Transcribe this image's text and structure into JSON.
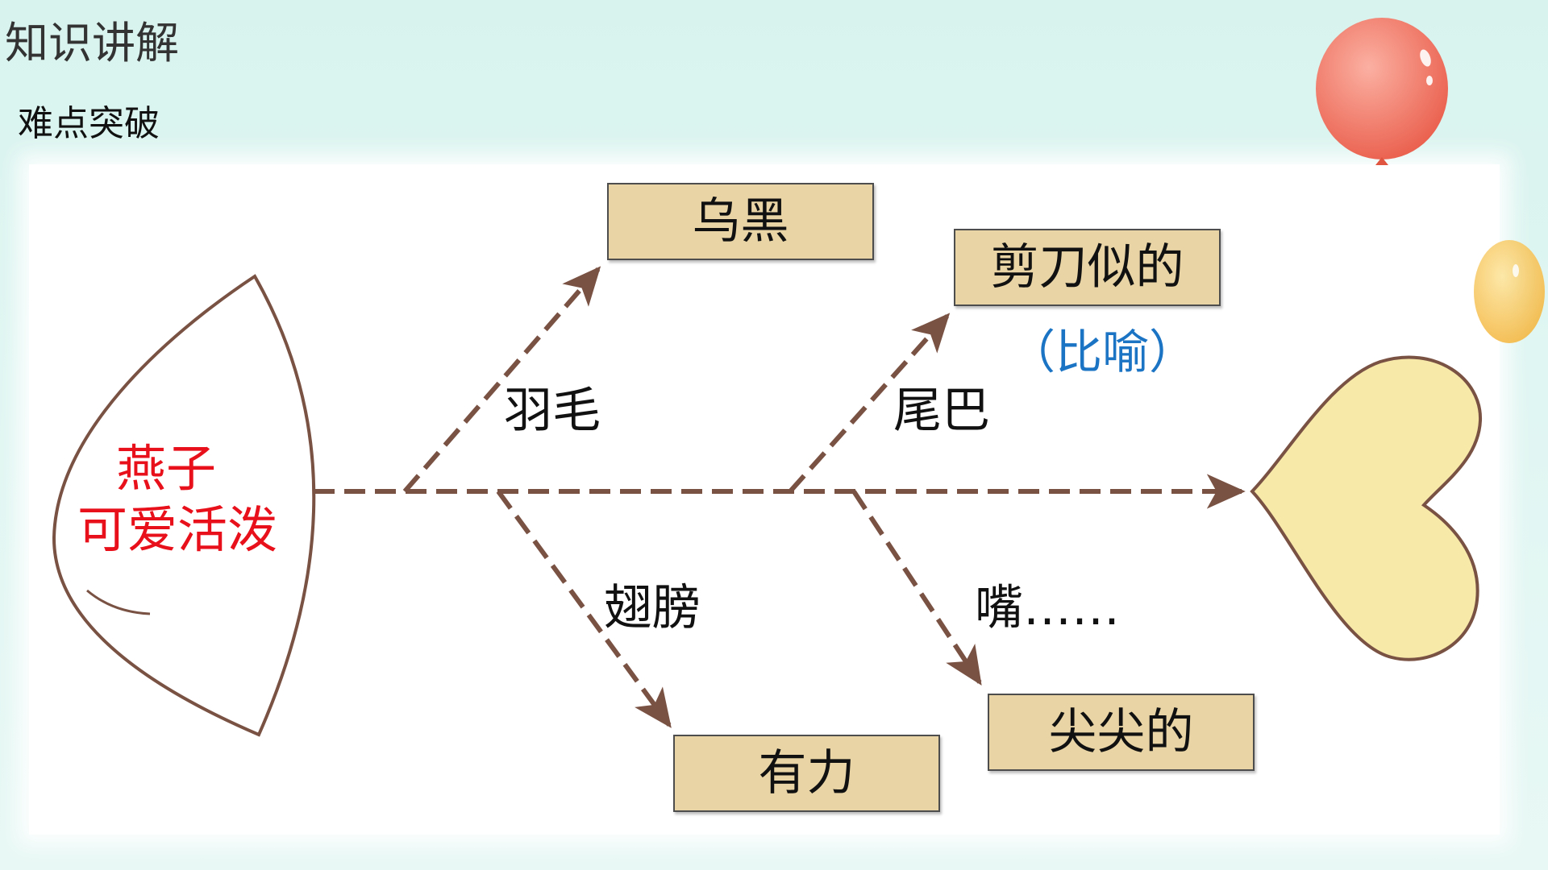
{
  "slide": {
    "title": "知识讲解",
    "subtitle": "难点突破"
  },
  "fishbone": {
    "head": {
      "line1": "燕子",
      "line2": "可爱活泼"
    },
    "branches": [
      {
        "label": "羽毛",
        "detail": "乌黑"
      },
      {
        "label": "尾巴",
        "detail": "剪刀似的",
        "note": "（比喻）"
      },
      {
        "label": "翅膀",
        "detail": "有力"
      },
      {
        "label": "嘴……",
        "detail": "尖尖的"
      }
    ]
  },
  "colors": {
    "background": "#d8f3ee",
    "head_text": "#e8101a",
    "note_text": "#1c74c4",
    "bone_line": "#7a5244",
    "detail_box": "#e8d4a5",
    "tail_fill": "#f7eaa9",
    "balloon_red": "#f07a68",
    "balloon_yellow": "#f8c85a"
  }
}
